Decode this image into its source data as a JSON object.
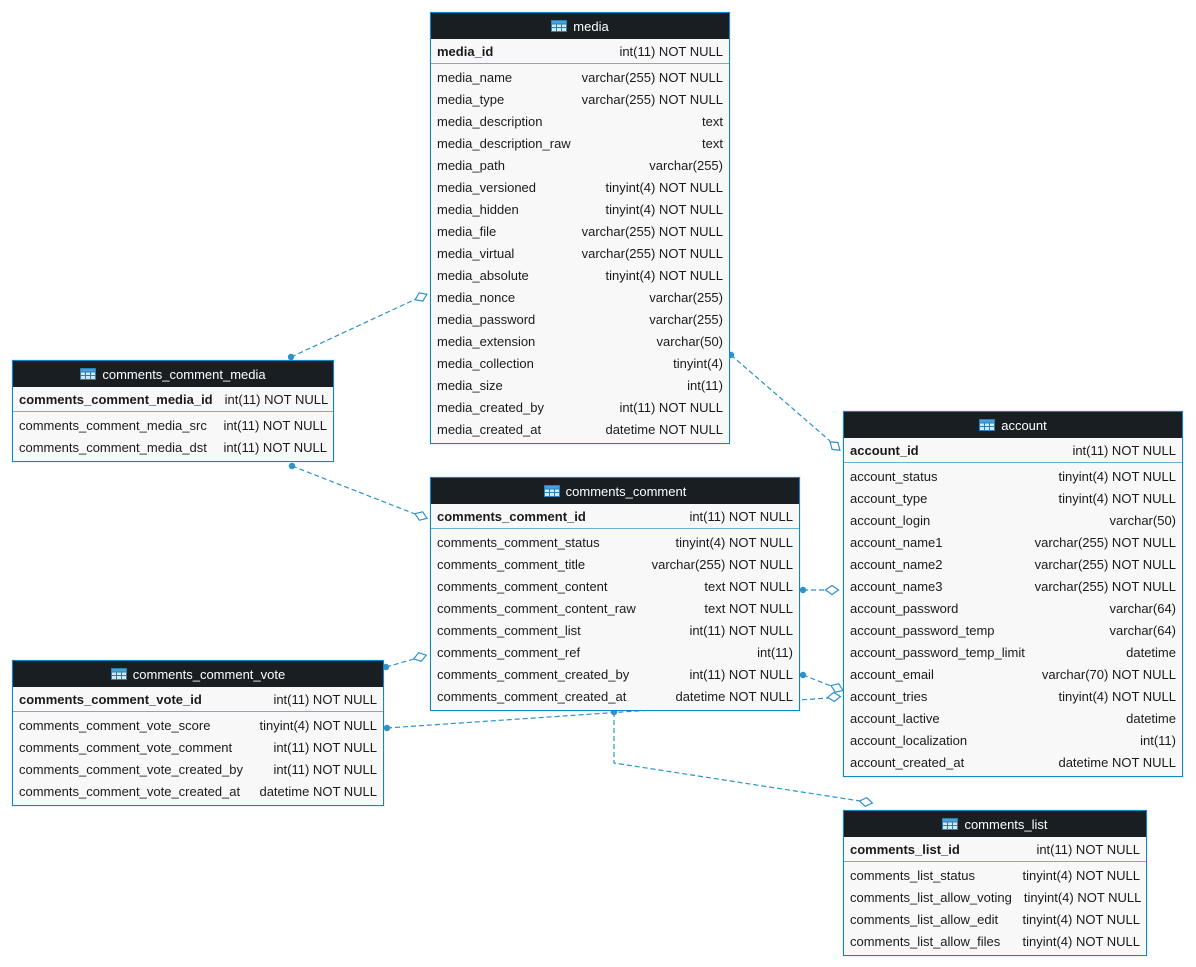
{
  "diagram": {
    "colors": {
      "header_bg": "#181e22",
      "header_text": "#ffffff",
      "border_color": "#0f86c6",
      "body_bg": "#f8f8f8",
      "row_text": "#1a1a1a",
      "line_color": "#2d91cc"
    },
    "tables": [
      {
        "name": "media",
        "icon": "table-icon",
        "columns": [
          {
            "name": "media_id",
            "type": "int(11) NOT NULL",
            "pk": true
          },
          {
            "name": "media_name",
            "type": "varchar(255) NOT NULL",
            "pk": false
          },
          {
            "name": "media_type",
            "type": "varchar(255) NOT NULL",
            "pk": false
          },
          {
            "name": "media_description",
            "type": "text",
            "pk": false
          },
          {
            "name": "media_description_raw",
            "type": "text",
            "pk": false
          },
          {
            "name": "media_path",
            "type": "varchar(255)",
            "pk": false
          },
          {
            "name": "media_versioned",
            "type": "tinyint(4) NOT NULL",
            "pk": false
          },
          {
            "name": "media_hidden",
            "type": "tinyint(4) NOT NULL",
            "pk": false
          },
          {
            "name": "media_file",
            "type": "varchar(255) NOT NULL",
            "pk": false
          },
          {
            "name": "media_virtual",
            "type": "varchar(255) NOT NULL",
            "pk": false
          },
          {
            "name": "media_absolute",
            "type": "tinyint(4) NOT NULL",
            "pk": false
          },
          {
            "name": "media_nonce",
            "type": "varchar(255)",
            "pk": false
          },
          {
            "name": "media_password",
            "type": "varchar(255)",
            "pk": false
          },
          {
            "name": "media_extension",
            "type": "varchar(50)",
            "pk": false
          },
          {
            "name": "media_collection",
            "type": "tinyint(4)",
            "pk": false
          },
          {
            "name": "media_size",
            "type": "int(11)",
            "pk": false
          },
          {
            "name": "media_created_by",
            "type": "int(11) NOT NULL",
            "pk": false
          },
          {
            "name": "media_created_at",
            "type": "datetime NOT NULL",
            "pk": false
          }
        ]
      },
      {
        "name": "comments_comment_media",
        "icon": "table-icon",
        "columns": [
          {
            "name": "comments_comment_media_id",
            "type": "int(11) NOT NULL",
            "pk": true
          },
          {
            "name": "comments_comment_media_src",
            "type": "int(11) NOT NULL",
            "pk": false
          },
          {
            "name": "comments_comment_media_dst",
            "type": "int(11) NOT NULL",
            "pk": false
          }
        ]
      },
      {
        "name": "account",
        "icon": "table-icon",
        "columns": [
          {
            "name": "account_id",
            "type": "int(11) NOT NULL",
            "pk": true
          },
          {
            "name": "account_status",
            "type": "tinyint(4) NOT NULL",
            "pk": false
          },
          {
            "name": "account_type",
            "type": "tinyint(4) NOT NULL",
            "pk": false
          },
          {
            "name": "account_login",
            "type": "varchar(50)",
            "pk": false
          },
          {
            "name": "account_name1",
            "type": "varchar(255) NOT NULL",
            "pk": false
          },
          {
            "name": "account_name2",
            "type": "varchar(255) NOT NULL",
            "pk": false
          },
          {
            "name": "account_name3",
            "type": "varchar(255) NOT NULL",
            "pk": false
          },
          {
            "name": "account_password",
            "type": "varchar(64)",
            "pk": false
          },
          {
            "name": "account_password_temp",
            "type": "varchar(64)",
            "pk": false
          },
          {
            "name": "account_password_temp_limit",
            "type": "datetime",
            "pk": false
          },
          {
            "name": "account_email",
            "type": "varchar(70) NOT NULL",
            "pk": false
          },
          {
            "name": "account_tries",
            "type": "tinyint(4) NOT NULL",
            "pk": false
          },
          {
            "name": "account_lactive",
            "type": "datetime",
            "pk": false
          },
          {
            "name": "account_localization",
            "type": "int(11)",
            "pk": false
          },
          {
            "name": "account_created_at",
            "type": "datetime NOT NULL",
            "pk": false
          }
        ]
      },
      {
        "name": "comments_comment",
        "icon": "table-icon",
        "columns": [
          {
            "name": "comments_comment_id",
            "type": "int(11) NOT NULL",
            "pk": true
          },
          {
            "name": "comments_comment_status",
            "type": "tinyint(4) NOT NULL",
            "pk": false
          },
          {
            "name": "comments_comment_title",
            "type": "varchar(255) NOT NULL",
            "pk": false
          },
          {
            "name": "comments_comment_content",
            "type": "text NOT NULL",
            "pk": false
          },
          {
            "name": "comments_comment_content_raw",
            "type": "text NOT NULL",
            "pk": false
          },
          {
            "name": "comments_comment_list",
            "type": "int(11) NOT NULL",
            "pk": false
          },
          {
            "name": "comments_comment_ref",
            "type": "int(11)",
            "pk": false
          },
          {
            "name": "comments_comment_created_by",
            "type": "int(11) NOT NULL",
            "pk": false
          },
          {
            "name": "comments_comment_created_at",
            "type": "datetime NOT NULL",
            "pk": false
          }
        ]
      },
      {
        "name": "comments_comment_vote",
        "icon": "table-icon",
        "columns": [
          {
            "name": "comments_comment_vote_id",
            "type": "int(11) NOT NULL",
            "pk": true
          },
          {
            "name": "comments_comment_vote_score",
            "type": "tinyint(4) NOT NULL",
            "pk": false
          },
          {
            "name": "comments_comment_vote_comment",
            "type": "int(11) NOT NULL",
            "pk": false
          },
          {
            "name": "comments_comment_vote_created_by",
            "type": "int(11) NOT NULL",
            "pk": false
          },
          {
            "name": "comments_comment_vote_created_at",
            "type": "datetime NOT NULL",
            "pk": false
          }
        ]
      },
      {
        "name": "comments_list",
        "icon": "table-icon",
        "columns": [
          {
            "name": "comments_list_id",
            "type": "int(11) NOT NULL",
            "pk": true
          },
          {
            "name": "comments_list_status",
            "type": "tinyint(4) NOT NULL",
            "pk": false
          },
          {
            "name": "comments_list_allow_voting",
            "type": "tinyint(4) NOT NULL",
            "pk": false
          },
          {
            "name": "comments_list_allow_edit",
            "type": "tinyint(4) NOT NULL",
            "pk": false
          },
          {
            "name": "comments_list_allow_files",
            "type": "tinyint(4) NOT NULL",
            "pk": false
          }
        ]
      }
    ],
    "relationships": [
      {
        "from": "comments_comment_media",
        "to": "media"
      },
      {
        "from": "media",
        "to": "account"
      },
      {
        "from": "comments_comment_media",
        "to": "comments_comment"
      },
      {
        "from": "comments_comment",
        "to": "account"
      },
      {
        "from": "comments_comment_vote",
        "to": "comments_comment"
      },
      {
        "from": "comments_comment",
        "to": "comments_list"
      },
      {
        "from": "comments_comment_vote",
        "to": "account"
      },
      {
        "from": "comments_comment",
        "to": "account"
      }
    ]
  }
}
